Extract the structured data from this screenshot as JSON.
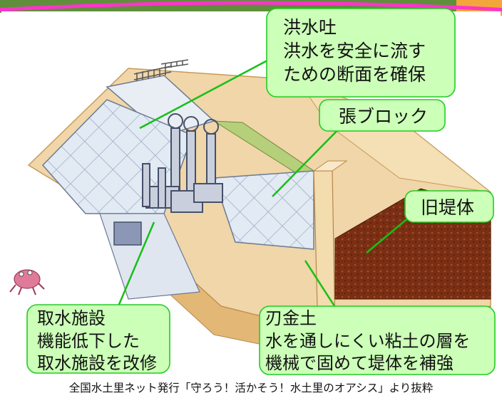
{
  "callouts": {
    "spillway": {
      "title": "洪水吐",
      "lines": [
        "洪水を安全に流す",
        "ための断面を確保"
      ]
    },
    "block": {
      "title": "張ブロック"
    },
    "old_levee": {
      "title": "旧堤体"
    },
    "intake": {
      "title": "取水施設",
      "lines": [
        "機能低下した",
        "取水施設を改修"
      ]
    },
    "core": {
      "title": "刃金土",
      "lines": [
        "水を通しにくい粘土の層を",
        "機械で固めて堤体を補強"
      ]
    }
  },
  "caption": "全国水土里ネット発行「守ろう！活かそう！水土里のオアシス」より抜粋",
  "colors": {
    "callout_fill": "#ccffb8",
    "callout_stroke": "#22cc22",
    "frame": "#ff33cc",
    "earth": "#eed2a0",
    "old_levee": "#7a2f14",
    "block": "#dfe8f3"
  }
}
